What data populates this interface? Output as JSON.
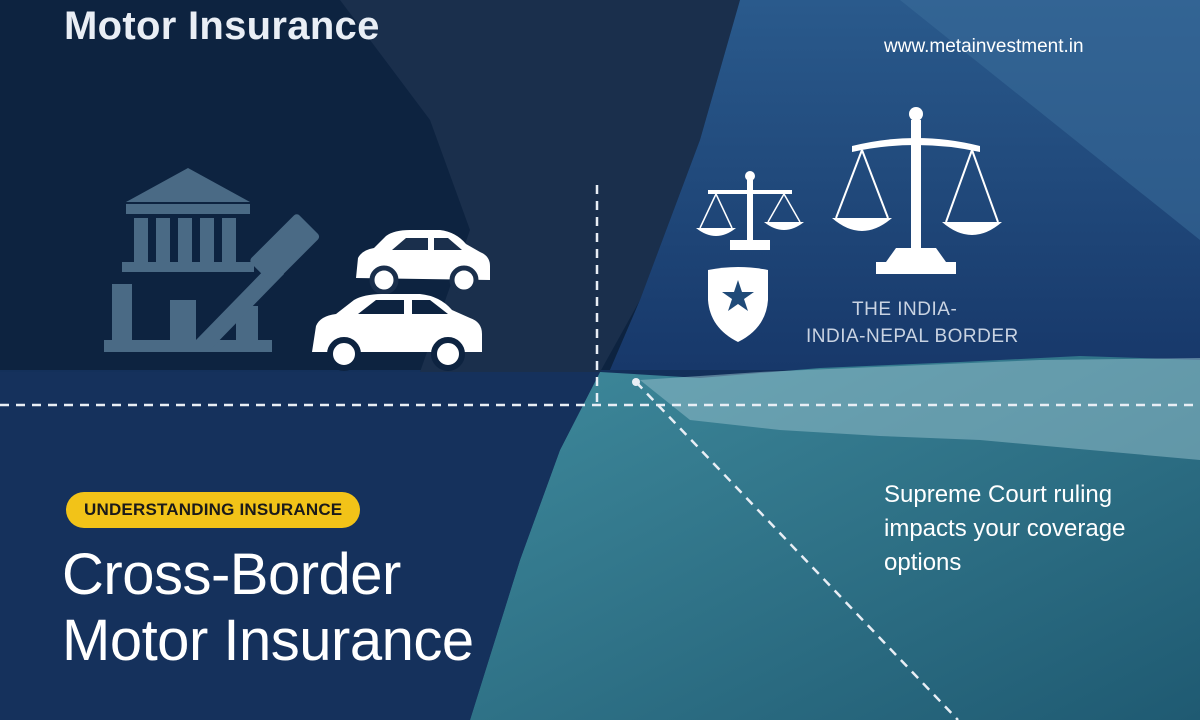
{
  "header": {
    "title": "Motor Insurance"
  },
  "website": "www.metainvestment.in",
  "badge": {
    "label": "UNDERSTANDING INSURANCE"
  },
  "main_title": {
    "line1": "Cross-Border",
    "line2": "Motor Insurance"
  },
  "note": {
    "text": "Supreme Court ruling impacts your coverage options"
  },
  "border_label": {
    "line1": "THE INDIA-",
    "line2": "INDIA-NEPAL BORDER"
  },
  "icons": [
    "courthouse-icon",
    "gavel-icon",
    "car-icon",
    "scales-of-justice-icon",
    "police-shield-icon"
  ],
  "colors": {
    "accent": "#f2c318",
    "navy": "#0f2a4d",
    "teal": "#2f6f86",
    "icon_slate": "#4a6a85"
  }
}
